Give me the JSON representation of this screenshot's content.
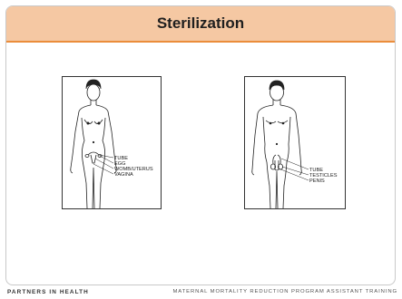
{
  "slide": {
    "title": "Sterilization"
  },
  "female_figure": {
    "labels": [
      "TUBE",
      "EGG",
      "WOMB/UTERUS",
      "VAGINA"
    ]
  },
  "male_figure": {
    "labels": [
      "TUBE",
      "TESTICLES",
      "PENIS"
    ]
  },
  "footer": {
    "left": "PARTNERS IN HEALTH",
    "right": "MATERNAL MORTALITY REDUCTION PROGRAM ASSISTANT TRAINING"
  },
  "colors": {
    "title_bar_fill": "#f5c8a3",
    "title_bar_border": "#eb8d3b"
  }
}
